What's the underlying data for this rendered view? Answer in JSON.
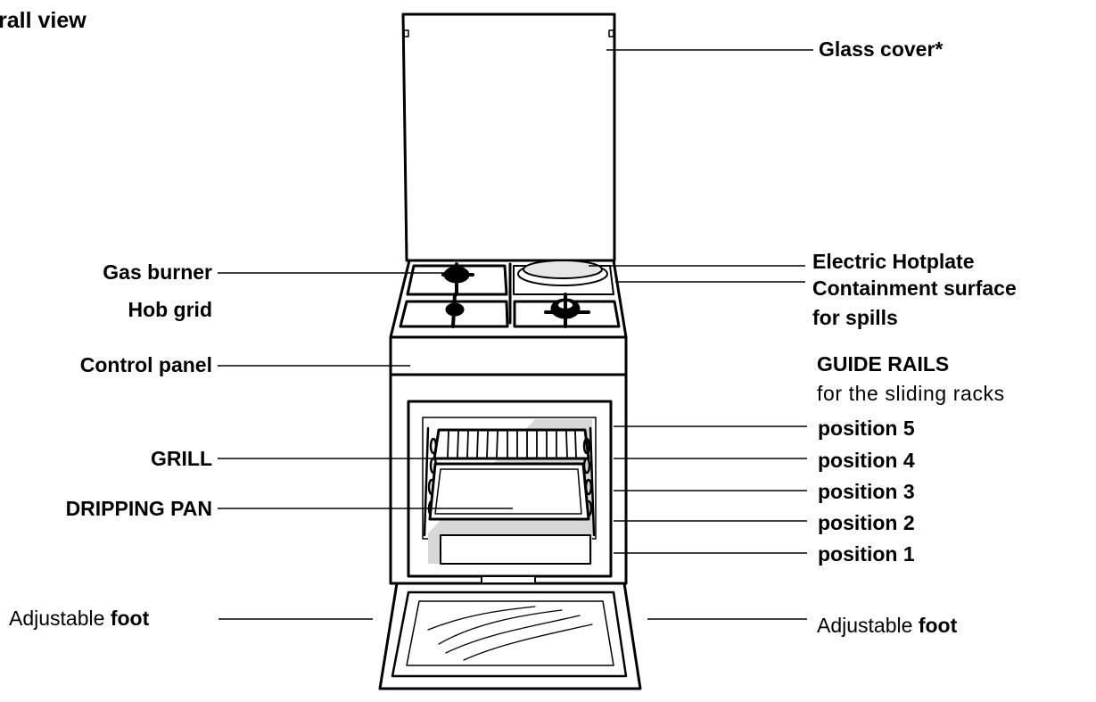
{
  "section_title": "rall view",
  "labels": {
    "glass_cover": "Glass cover*",
    "gas_burner": "Gas burner",
    "hob_grid": "Hob grid",
    "control_panel": "Control panel",
    "grill": "GRILL",
    "dripping_pan": "DRIPPING PAN",
    "electric_hotplate": "Electric Hotplate",
    "containment_line1": "Containment surface",
    "containment_line2": "for spills",
    "guide_rails": "GUIDE RAILS",
    "guide_rails_sub": "for the sliding racks",
    "position_5": "position 5",
    "position_4": "position 4",
    "position_3": "position 3",
    "position_2": "position 2",
    "position_1": "position 1",
    "adjustable": "Adjustable",
    "foot": "foot"
  }
}
